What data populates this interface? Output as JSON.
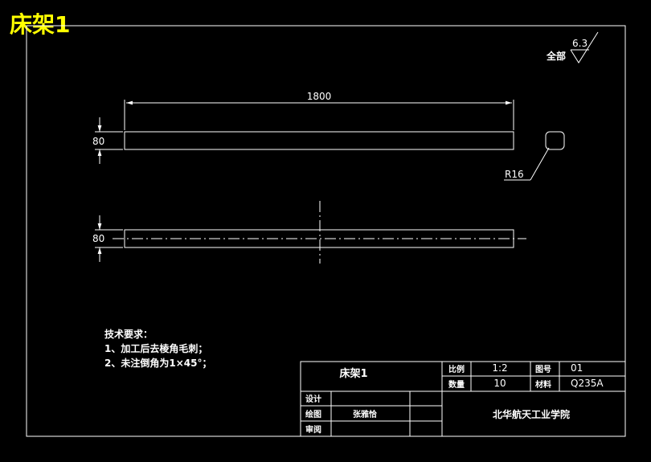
{
  "header": {
    "title": "床架1"
  },
  "roughness": {
    "label": "全部",
    "value": "6.3"
  },
  "front_view": {
    "length_dim": "1800",
    "height_dim": "80"
  },
  "top_view": {
    "height_dim": "80"
  },
  "radius_label": "R16",
  "tech_requirements": {
    "heading": "技术要求：",
    "items": [
      "1、加工后去棱角毛刺；",
      "2、未注倒角为1×45°；"
    ]
  },
  "title_block": {
    "part_name": "床架1",
    "scale_label": "比例",
    "scale_value": "1:2",
    "drawing_no_label": "图号",
    "drawing_no_value": "01",
    "quantity_label": "数量",
    "quantity_value": "10",
    "material_label": "材料",
    "material_value": "Q235A",
    "design_label": "设计",
    "drafter_label": "绘图",
    "drafter_name": "张雅恰",
    "review_label": "审阅",
    "institution": "北华航天工业学院"
  }
}
